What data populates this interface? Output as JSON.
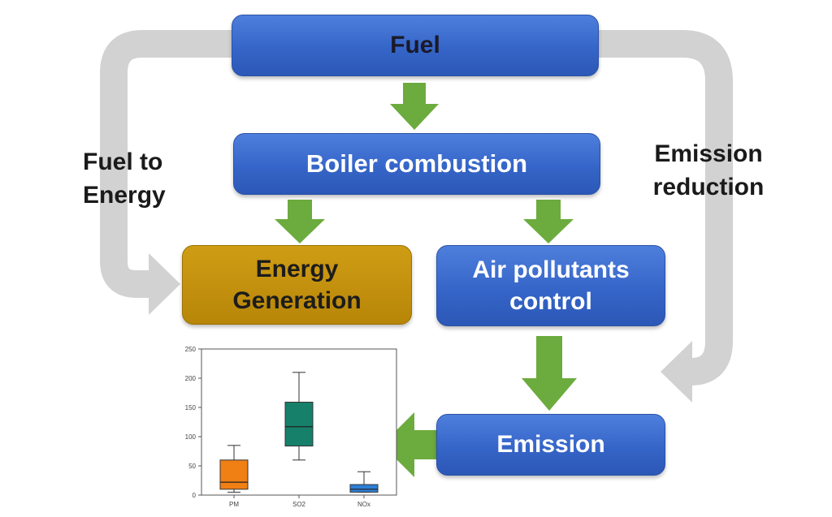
{
  "nodes": {
    "fuel": "Fuel",
    "boiler": "Boiler combustion",
    "energy_line1": "Energy",
    "energy_line2": "Generation",
    "air_line1": "Air pollutants",
    "air_line2": "control",
    "emission": "Emission"
  },
  "side_labels": {
    "fuel_to_energy_line1": "Fuel to",
    "fuel_to_energy_line2": "Energy",
    "emission_reduction_line1": "Emission",
    "emission_reduction_line2": "reduction"
  },
  "colors": {
    "process_box": "#3565c8",
    "energy_box": "#b88608",
    "flow_arrow": "#6cab3e",
    "loop_arrow": "#d2d2d2"
  },
  "chart_data": {
    "type": "box",
    "categories": [
      "PM",
      "SO2",
      "NOx"
    ],
    "ylim": [
      0,
      250
    ],
    "yticks": [
      "0",
      "50",
      "100",
      "150",
      "200",
      "250"
    ],
    "series": [
      {
        "category": "PM",
        "color": "#f07f14",
        "min": 5,
        "q1": 10,
        "median": 22,
        "q3": 60,
        "max": 85
      },
      {
        "category": "SO2",
        "color": "#16806a",
        "min": 60,
        "q1": 84,
        "median": 117,
        "q3": 159,
        "max": 210
      },
      {
        "category": "NOx",
        "color": "#2e7fd6",
        "min": 5,
        "q1": 5,
        "median": 10,
        "q3": 18,
        "max": 40
      }
    ]
  }
}
